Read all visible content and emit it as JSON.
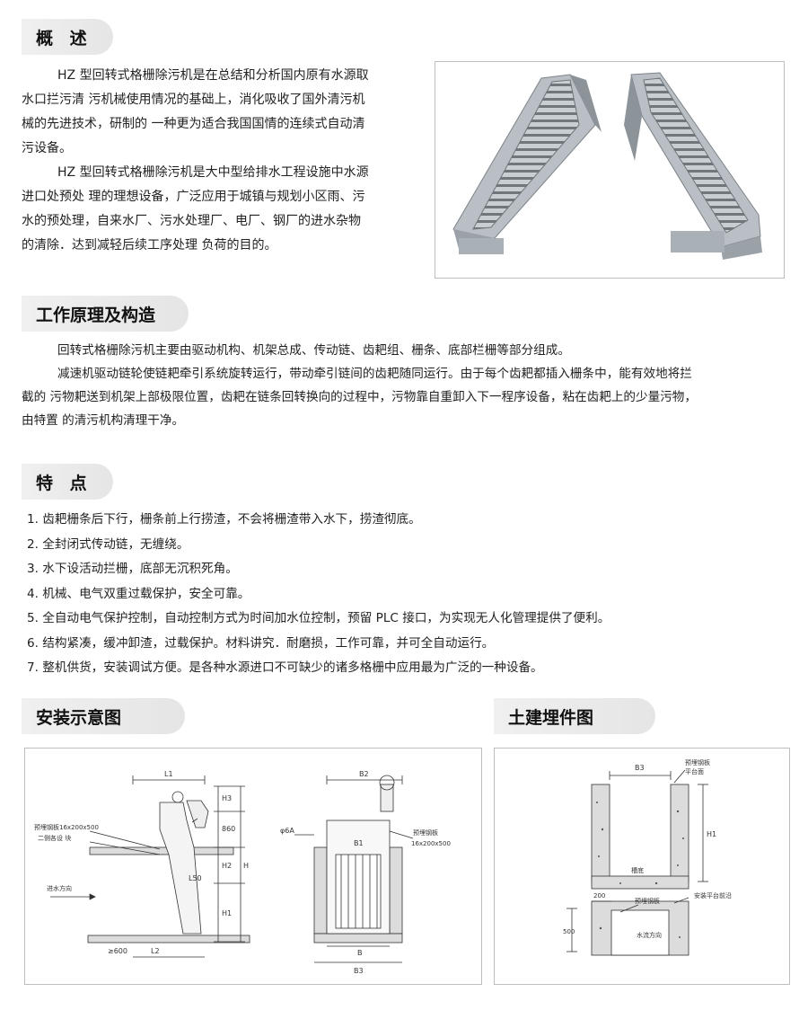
{
  "sections": {
    "overview": {
      "title": "概 述",
      "paragraphs": [
        [
          "HZ 型回转式格栅除污机是在总结和分析国内原有水源取",
          "水口拦污清 污机械使用情况的基础上，消化吸收了国外清污机",
          "械的先进技术，研制的 一种更为适合我国国情的连续式自动清",
          "污设备。"
        ],
        [
          "HZ 型回转式格栅除污机是大中型给排水工程设施中水源",
          "进口处预处 理的理想设备，广泛应用于城镇与规划小区雨、污",
          "水的预处理，自来水厂、污水处理厂、电厂、钢厂的进水杂物",
          "的清除．达到减轻后续工序处理 负荷的目的。"
        ]
      ]
    },
    "principle": {
      "title": "工作原理及构造",
      "lines": [
        "回转式格栅除污机主要由驱动机构、机架总成、传动链、齿耙组、栅条、底部栏栅等部分组成。",
        "减速机驱动链轮使链耙牵引系统旋转运行，带动牵引链间的齿耙随同运行。由于每个齿耙都插入栅条中，能有效地将拦",
        "截的 污物耙送到机架上部极限位置，齿耙在链条回转换向的过程中，污物靠自重卸入下一程序设备，粘在齿耙上的少量污物，",
        "由特置 的清污机构清理干净。"
      ]
    },
    "features": {
      "title": "特 点",
      "items": [
        "1. 齿耙栅条后下行，栅条前上行捞渣，不会将栅渣带入水下，捞渣彻底。",
        "2. 全封闭式传动链，无缠绕。",
        "3. 水下设活动拦栅，底部无沉积死角。",
        "4. 机械、电气双重过载保护，安全可靠。",
        "5. 全自动电气保护控制，自动控制方式为时间加水位控制，预留 PLC 接口，为实现无人化管理提供了便利。",
        "6. 结构紧凑，缓冲卸渣，过载保护。材料讲究．耐磨损，工作可靠，并可全自动运行。",
        "7. 整机供货，安装调试方便。是各种水源进口不可缺少的诸多格栅中应用最为广泛的一种设备。"
      ]
    },
    "install": {
      "title": "安装示意图",
      "labels": {
        "l1": "L1",
        "h3": "H3",
        "d860": "860",
        "h2": "H2",
        "h": "H",
        "h1": "H1",
        "l2": "L2",
        "ge600": "≥600",
        "l50": "L50",
        "plate": "预埋钢板16x200x500",
        "secondary": "二侧各设 块",
        "flow": "进水方向",
        "b2": "B2",
        "b1": "B1",
        "b": "B",
        "b3": "B3",
        "plate2a": "预埋钢板",
        "plate2b": "16x200x500",
        "phi": "φ6A"
      }
    },
    "civil": {
      "title": "土建埋件图",
      "labels": {
        "b3": "B3",
        "plate_a": "预埋钢板",
        "plate_b": "平台面",
        "h1": "H1",
        "bottom": "槽底",
        "d200": "200",
        "plate2": "预埋钢板",
        "platform": "安装平台前沿",
        "d500": "500",
        "flow": "水流方向"
      }
    }
  },
  "colors": {
    "tab_bg": "#ebebeb",
    "frame": "#bdbdbd",
    "steel": "#a9b0b6"
  }
}
